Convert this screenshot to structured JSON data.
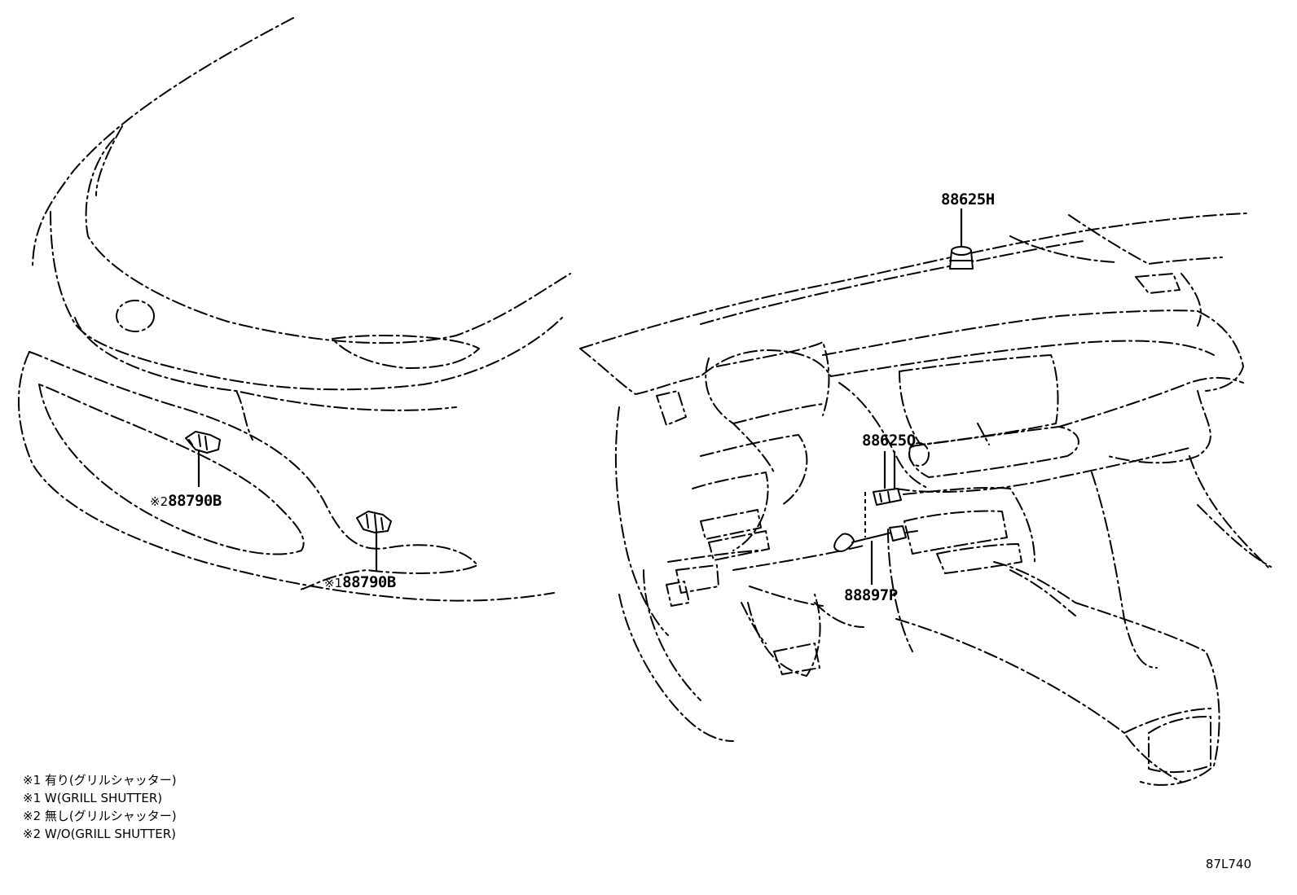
{
  "callouts": [
    {
      "id": "88625H",
      "text": "88625H"
    },
    {
      "id": "88625Q",
      "text": "88625Q"
    },
    {
      "id": "88897P",
      "text": "88897P"
    },
    {
      "id": "88790B-2",
      "mark": "※2",
      "text": "88790B"
    },
    {
      "id": "88790B-1",
      "mark": "※1",
      "text": "88790B"
    }
  ],
  "notes": [
    "※1 有り(グリルシャッター)",
    "※1 W(GRILL SHUTTER)",
    "※2 無し(グリルシャッター)",
    "※2 W/O(GRILL SHUTTER)"
  ],
  "diagram_code": "87L740"
}
